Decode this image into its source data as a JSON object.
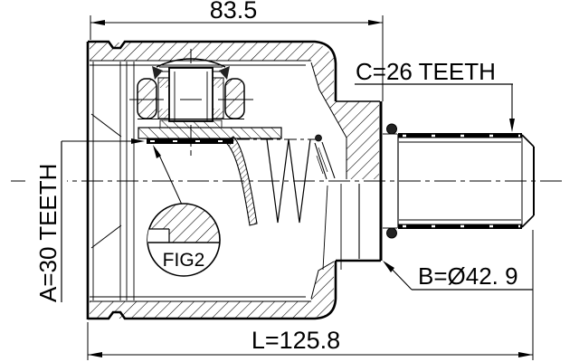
{
  "page": {
    "background": "#ffffff",
    "line_color": "#000000"
  },
  "drawing": {
    "type": "technical-diagram",
    "subject": "CV joint cross-section",
    "dimensions": {
      "width_top": "83.5",
      "spline_outer": "C=26 TEETH",
      "spline_inner": "A=30 TEETH",
      "diameter": "B=Ø42. 9",
      "length": "L=125.8"
    },
    "detail_label": "FIG2"
  }
}
